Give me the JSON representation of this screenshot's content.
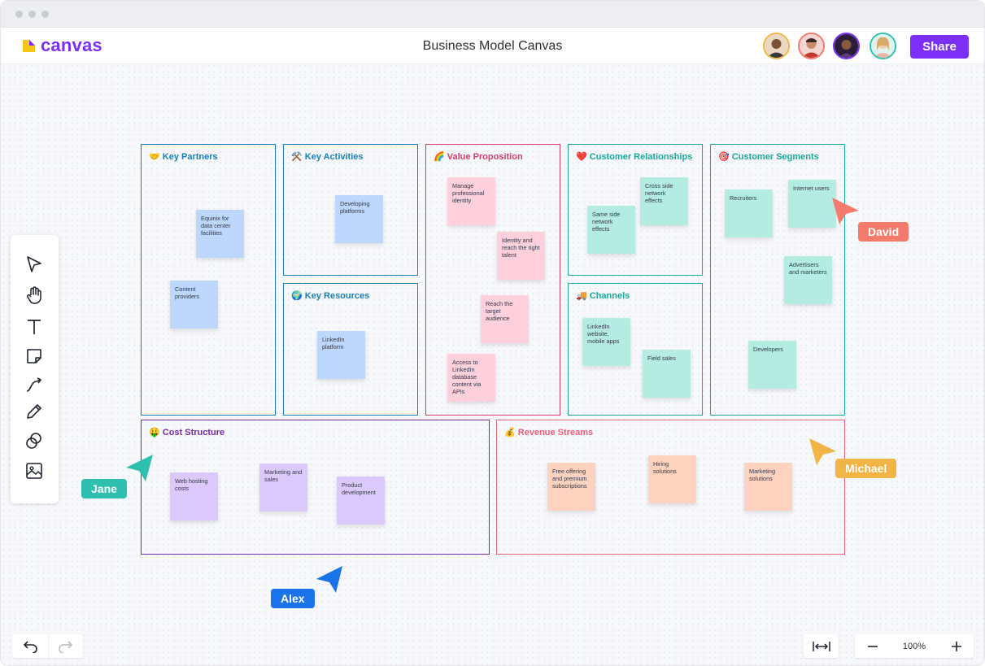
{
  "app": {
    "name": "canvas",
    "brand_color": "#7b2ff7"
  },
  "document": {
    "title": "Business Model Canvas"
  },
  "header": {
    "share_label": "Share",
    "avatars": [
      {
        "name": "avatar-user-1",
        "ring": "#f0b545"
      },
      {
        "name": "avatar-user-2",
        "ring": "#f47b6c"
      },
      {
        "name": "avatar-user-3",
        "ring": "#7b2ff7"
      },
      {
        "name": "avatar-user-4",
        "ring": "#2fbfae"
      }
    ]
  },
  "toolbar": {
    "tools": [
      "select-tool",
      "hand-tool",
      "text-tool",
      "sticky-note-tool",
      "connector-tool",
      "pen-tool",
      "shapes-tool",
      "image-tool"
    ]
  },
  "sections": {
    "key_partners": {
      "icon": "🤝",
      "title": "Key Partners",
      "color": "#1a7fb8",
      "notes": [
        "Equinix for data center facilities",
        "Content providers"
      ]
    },
    "key_activities": {
      "icon": "⚒️",
      "title": "Key Activities",
      "color": "#1a7fb8",
      "notes": [
        "Developing platforms"
      ]
    },
    "key_resources": {
      "icon": "🌍",
      "title": "Key Resources",
      "color": "#1a7fb8",
      "notes": [
        "LinkedIn platform"
      ]
    },
    "value_proposition": {
      "icon": "🌈",
      "title": "Value Proposition",
      "color": "#d63e6a",
      "notes": [
        "Manage professional identity",
        "Identity and reach the right talent",
        "Reach the target audience",
        "Access to LinkedIn database content via APIs"
      ]
    },
    "customer_relationships": {
      "icon": "❤️",
      "title": "Customer Relationships",
      "color": "#1aa89a",
      "notes": [
        "Cross side network effects",
        "Same side network effects"
      ]
    },
    "channels": {
      "icon": "🚚",
      "title": "Channels",
      "color": "#1aa89a",
      "notes": [
        "LinkedIn website, mobile apps",
        "Field sales"
      ]
    },
    "customer_segments": {
      "icon": "🎯",
      "title": "Customer Segments",
      "color": "#1aa89a",
      "notes": [
        "Recruiters",
        "Internet users",
        "Advertisers and marketers",
        "Developers"
      ]
    },
    "cost_structure": {
      "icon": "🤑",
      "title": "Cost Structure",
      "color": "#7a2aa8",
      "notes": [
        "Web hosting costs",
        "Marketing and sales",
        "Product development"
      ]
    },
    "revenue_streams": {
      "icon": "💰",
      "title": "Revenue Streams",
      "color": "#e8627a",
      "notes": [
        "Free offering and premium subscriptions",
        "Hiring solutions",
        "Marketing solutions"
      ]
    }
  },
  "collaborators": [
    {
      "name": "David",
      "color": "#f47b6c"
    },
    {
      "name": "Michael",
      "color": "#f0b545"
    },
    {
      "name": "Jane",
      "color": "#2fbfae"
    },
    {
      "name": "Alex",
      "color": "#1a73e8"
    }
  ],
  "zoom": {
    "level": "100%"
  }
}
